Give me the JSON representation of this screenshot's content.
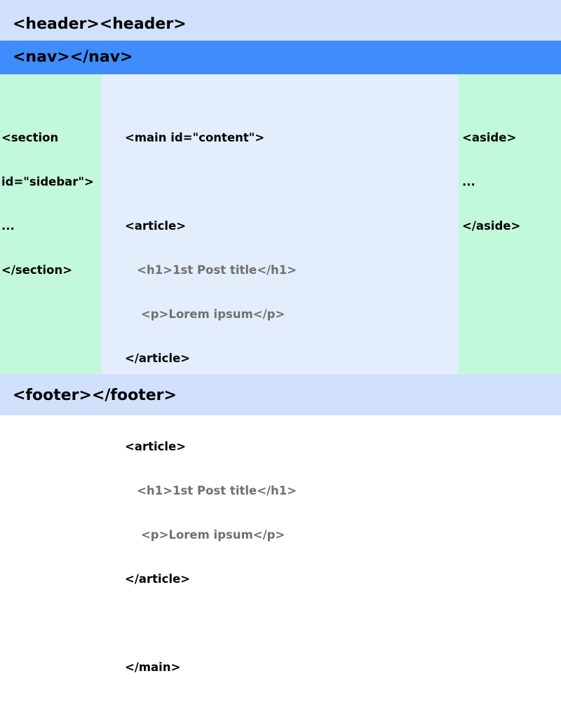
{
  "header": {
    "label": "<header><header>"
  },
  "nav": {
    "label": "<nav></nav>"
  },
  "sidebar": {
    "lines": [
      "<section",
      "id=\"sidebar\">",
      "...",
      "</section>"
    ]
  },
  "main": {
    "lines": [
      "<main id=\"content\">",
      "",
      "<article>",
      "   <h1>1st Post title</h1>",
      "    <p>Lorem ipsum</p>",
      "</article>",
      "",
      "<article>",
      "   <h1>1st Post title</h1>",
      "    <p>Lorem ipsum</p>",
      "</article>",
      "",
      "</main>"
    ]
  },
  "aside": {
    "lines": [
      "<aside>",
      "...",
      "</aside>"
    ]
  },
  "footer": {
    "label": "<footer></footer>"
  },
  "colors": {
    "header_bg": "#d1e1fb",
    "nav_bg": "#3f8cfc",
    "side_bg": "#c2f8dc",
    "main_bg": "#e3edfb",
    "nested_text": "#707070"
  }
}
